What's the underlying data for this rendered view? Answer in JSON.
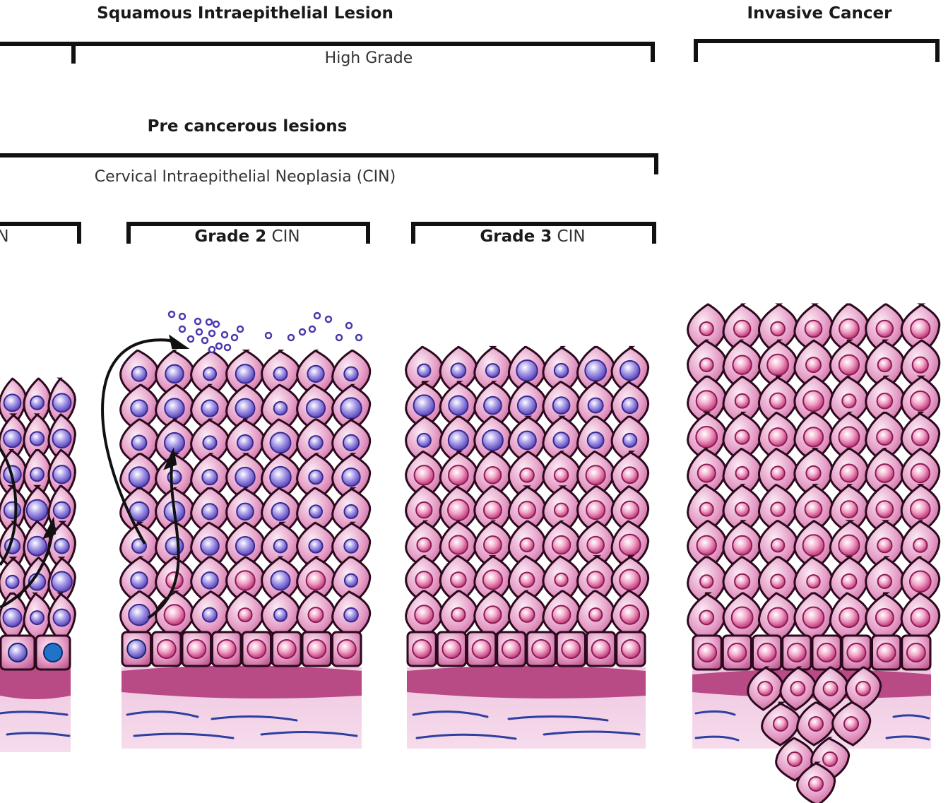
{
  "headings": {
    "sil": "Squamous Intraepithelial Lesion",
    "invasive": "Invasive Cancer",
    "high_grade": "High Grade",
    "precancerous": "Pre cancerous lesions",
    "cin": "Cervical Intraepithelial Neoplasia (CIN)"
  },
  "grades": {
    "grade1_partial": "N",
    "grade2_label": "Grade 2",
    "grade2_suffix": "CIN",
    "grade3_label": "Grade 3",
    "grade3_suffix": "CIN"
  },
  "colors": {
    "bracket": "#111111",
    "cell_fill_light": "#f4d2e6",
    "cell_fill_dark": "#c9508f",
    "nucleus_abnormal": "#6a55c8",
    "nucleus_cancer": "#c23a7e",
    "nucleus_basal": "#1f74c9",
    "basement_membrane": "#b84a86",
    "stroma": "#efc1de",
    "fiber": "#2d3fa0"
  }
}
